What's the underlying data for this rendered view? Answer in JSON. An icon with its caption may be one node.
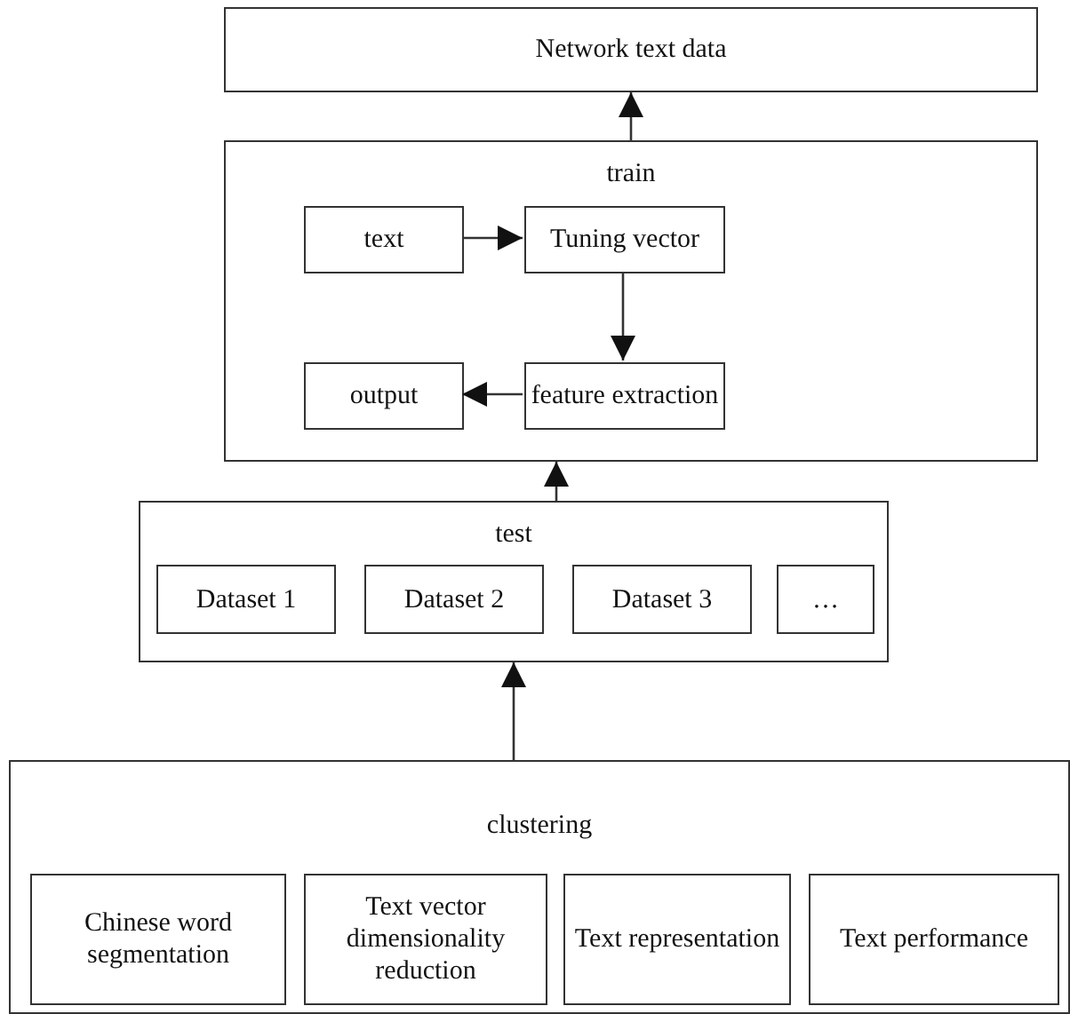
{
  "diagram": {
    "nodes": [
      {
        "text": [
          "Network text data"
        ]
      },
      {
        "text": [
          "train"
        ]
      },
      {
        "text": [
          "text"
        ],
        "in": 1
      },
      {
        "text": [
          "Tuning vector"
        ],
        "in": 1
      },
      {
        "text": [
          "output"
        ],
        "in": 1
      },
      {
        "text": [
          "feature extraction"
        ],
        "in": 1
      },
      {
        "text": [
          "test"
        ]
      },
      {
        "text": [
          "Dataset 1"
        ],
        "in": 6
      },
      {
        "text": [
          "Dataset 2"
        ],
        "in": 6
      },
      {
        "text": [
          "Dataset 3"
        ],
        "in": 6
      },
      {
        "text": [
          "…"
        ],
        "in": 6
      },
      {
        "text": [
          "clustering"
        ]
      },
      {
        "text": [
          "Chinese word segmentation"
        ],
        "in": 11
      },
      {
        "text": [
          "Text vector dimensionality reduction"
        ],
        "in": 11
      },
      {
        "text": [
          "Text representation"
        ],
        "in": 11
      },
      {
        "text": [
          "Text performance"
        ],
        "in": 11
      }
    ],
    "edges": [
      {
        "from": 1,
        "to": 0,
        "arrow": "to"
      },
      {
        "from": 2,
        "to": 3,
        "arrow": "to"
      },
      {
        "from": 3,
        "to": 5,
        "arrow": "to"
      },
      {
        "from": 5,
        "to": 4,
        "arrow": "to"
      },
      {
        "from": 6,
        "to": 1,
        "arrow": "to"
      },
      {
        "from": 11,
        "to": 6,
        "arrow": "to"
      }
    ]
  }
}
